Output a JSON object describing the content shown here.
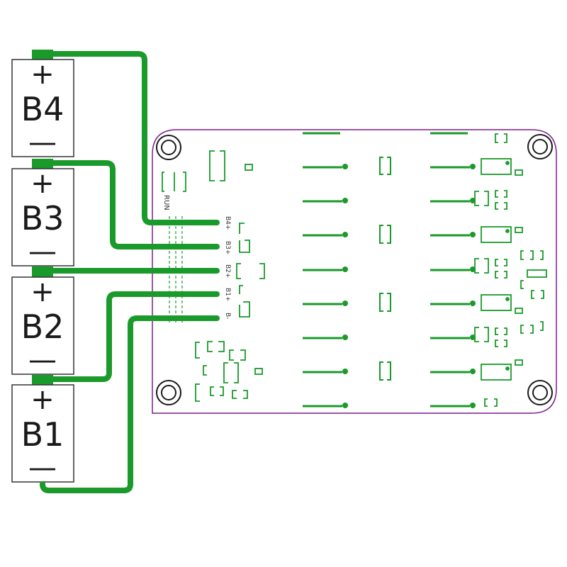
{
  "cells": [
    {
      "label": "B4",
      "plus": "+",
      "minus": "—"
    },
    {
      "label": "B3",
      "plus": "+",
      "minus": "—"
    },
    {
      "label": "B2",
      "plus": "+",
      "minus": "—"
    },
    {
      "label": "B1",
      "plus": "+",
      "minus": "—"
    }
  ],
  "pads": [
    "B4+",
    "B3+",
    "B2+",
    "B1+",
    "B-"
  ],
  "run_label": "RUN",
  "colors": {
    "wire": "#1a9a2a",
    "board_outline": "#7a1f8a",
    "silkscreen": "#1a9a2a",
    "cell_outline": "#333333"
  }
}
